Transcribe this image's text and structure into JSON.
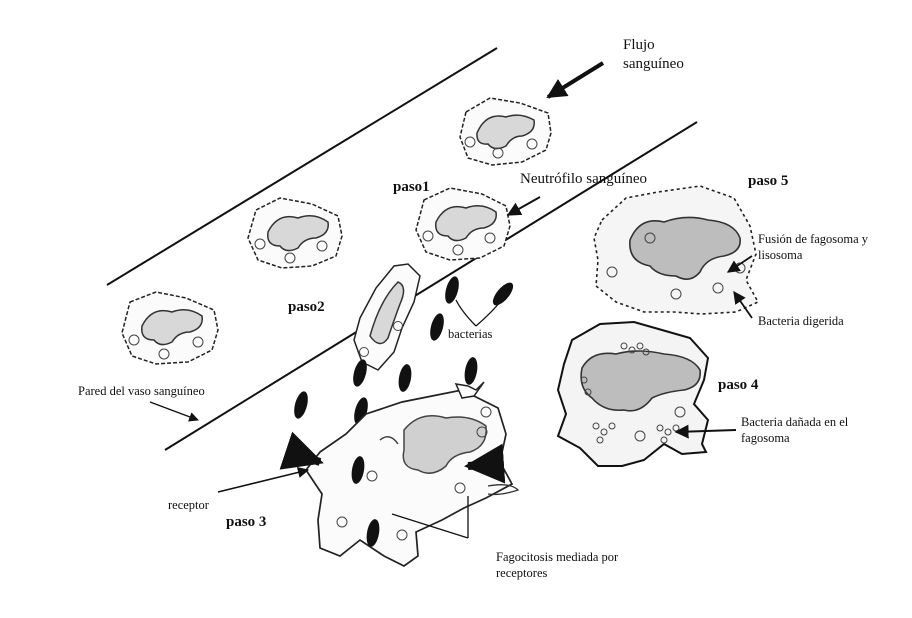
{
  "diagram": {
    "labels": {
      "blood_flow_line1": "Flujo",
      "blood_flow_line2": "sanguíneo",
      "blood_neutrophil": "Neutrófilo sanguíneo",
      "bacteria": "bacterias",
      "vessel_wall": "Pared del vaso sanguíneo",
      "receptor": "receptor",
      "phagocytosis_line1": "Fagocitosis mediada por",
      "phagocytosis_line2": "receptores",
      "damaged_bacteria_line1": "Bacteria dañada en el",
      "damaged_bacteria_line2": "fagosoma",
      "fusion_line1": "Fusión de fagosoma y",
      "fusion_line2": "lisosoma",
      "digested_bacteria": "Bacteria digerida"
    },
    "steps": {
      "step1": "paso1",
      "step2": "paso2",
      "step3": "paso 3",
      "step4": "paso 4",
      "step5": "paso 5"
    }
  }
}
